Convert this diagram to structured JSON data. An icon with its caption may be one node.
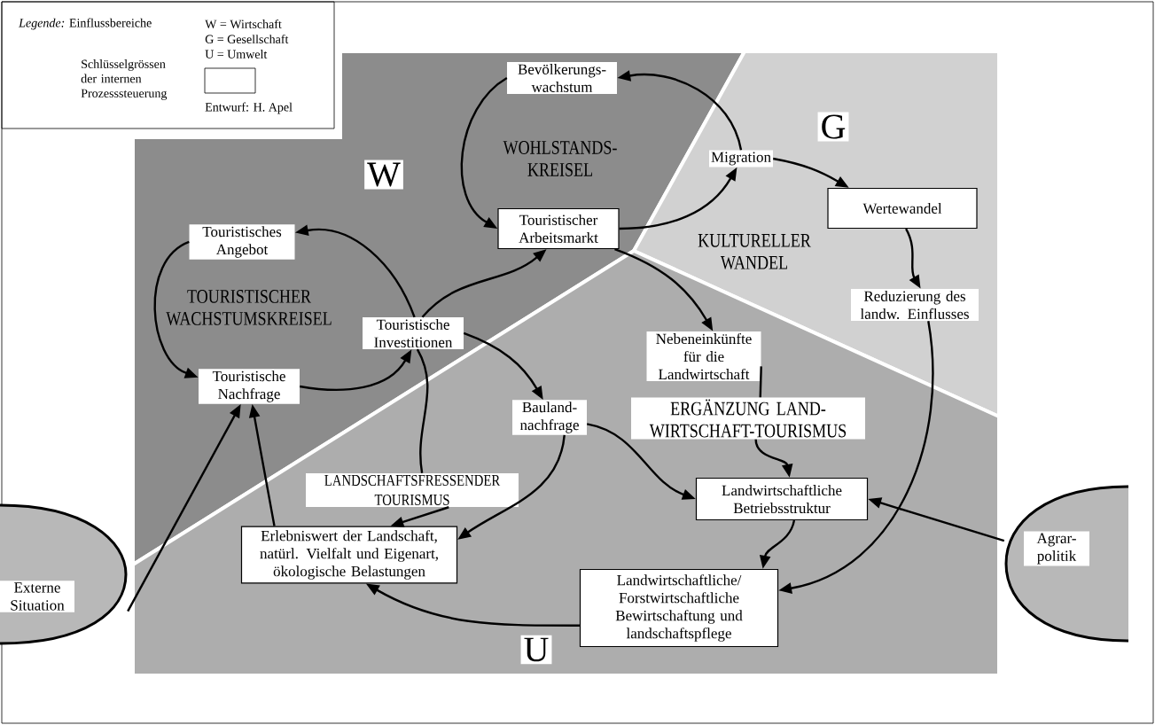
{
  "diagram": {
    "nodes": [
      {
        "text": [
          "Bevölkerungs- wachstum"
        ]
      },
      {
        "text": [
          "Migration"
        ]
      },
      {
        "text": [
          "Wertewandel"
        ]
      },
      {
        "text": [
          "Touristischer Arbeitsmarkt"
        ]
      },
      {
        "text": [
          "Touristisches Angebot"
        ]
      },
      {
        "text": [
          "Touristische Investitionen"
        ]
      },
      {
        "text": [
          "Touristische Nachfrage"
        ]
      },
      {
        "text": [
          "Reduzierung des landw. Einflusses"
        ]
      },
      {
        "text": [
          "Nebeneinkünfte für die Landwirtschaft"
        ]
      },
      {
        "text": [
          "Bauland- nachfrage"
        ]
      },
      {
        "text": [
          "ERGÄNZUNG LAND- WIRTSCHAFT-TOURISMUS"
        ]
      },
      {
        "text": [
          "LANDSCHAFTSFRESSENDER TOURISMUS"
        ]
      },
      {
        "text": [
          "Landwirtschaftliche Betriebsstruktur"
        ]
      },
      {
        "text": [
          "Erlebniswert der Landschaft, natürl. Vielfalt und Eigenart, ökologische Belastungen"
        ]
      },
      {
        "text": [
          "Landwirtschaftliche/ Forstwirtschaftliche Bewirtschaftung und landschaftspflege"
        ]
      },
      {
        "text": [
          "Externe Situation"
        ]
      },
      {
        "text": [
          "Agrar- politik"
        ]
      }
    ],
    "edges": [
      {
        "from": 0,
        "to": 3,
        "arrow": "to"
      },
      {
        "from": 1,
        "to": 0,
        "arrow": "to"
      },
      {
        "from": 3,
        "to": 1,
        "arrow": "to"
      },
      {
        "from": 1,
        "to": 2,
        "arrow": "to"
      },
      {
        "from": 2,
        "to": 7,
        "arrow": "to"
      },
      {
        "from": 7,
        "to": 14,
        "arrow": "to"
      },
      {
        "from": 3,
        "to": 8,
        "arrow": "to"
      },
      {
        "from": 8,
        "to": 10,
        "arrow": "none"
      },
      {
        "from": 10,
        "to": 12,
        "arrow": "to"
      },
      {
        "from": 5,
        "to": 4,
        "arrow": "to"
      },
      {
        "from": 4,
        "to": 6,
        "arrow": "to"
      },
      {
        "from": 6,
        "to": 5,
        "arrow": "to"
      },
      {
        "from": 5,
        "to": 3,
        "arrow": "to"
      },
      {
        "from": 5,
        "to": 9,
        "arrow": "to"
      },
      {
        "from": 5,
        "to": 11,
        "arrow": "none"
      },
      {
        "from": 11,
        "to": 13,
        "arrow": "to"
      },
      {
        "from": 9,
        "to": 13,
        "arrow": "to"
      },
      {
        "from": 9,
        "to": 12,
        "arrow": "to"
      },
      {
        "from": 12,
        "to": 14,
        "arrow": "to"
      },
      {
        "from": 16,
        "to": 12,
        "arrow": "to"
      },
      {
        "from": 14,
        "to": 13,
        "arrow": "to"
      },
      {
        "from": 15,
        "to": 6,
        "arrow": "to"
      },
      {
        "from": 13,
        "to": 6,
        "arrow": "to"
      }
    ],
    "labels": [
      "*Legende:* Einflussbereiche",
      "W = Wirtschaft",
      "G = Gesellschaft",
      "U = Umwelt",
      "Entwurf: H. Apel",
      "WOHLSTANDS- KREISEL",
      "W",
      "G",
      "TOURISTISCHER WACHSTUMSKREISEL",
      "KULTURELLER WANDEL",
      "U"
    ],
    "legend": [
      {
        "text": "Schlüsselgrössen der internen Prozesssteuerung"
      }
    ]
  }
}
